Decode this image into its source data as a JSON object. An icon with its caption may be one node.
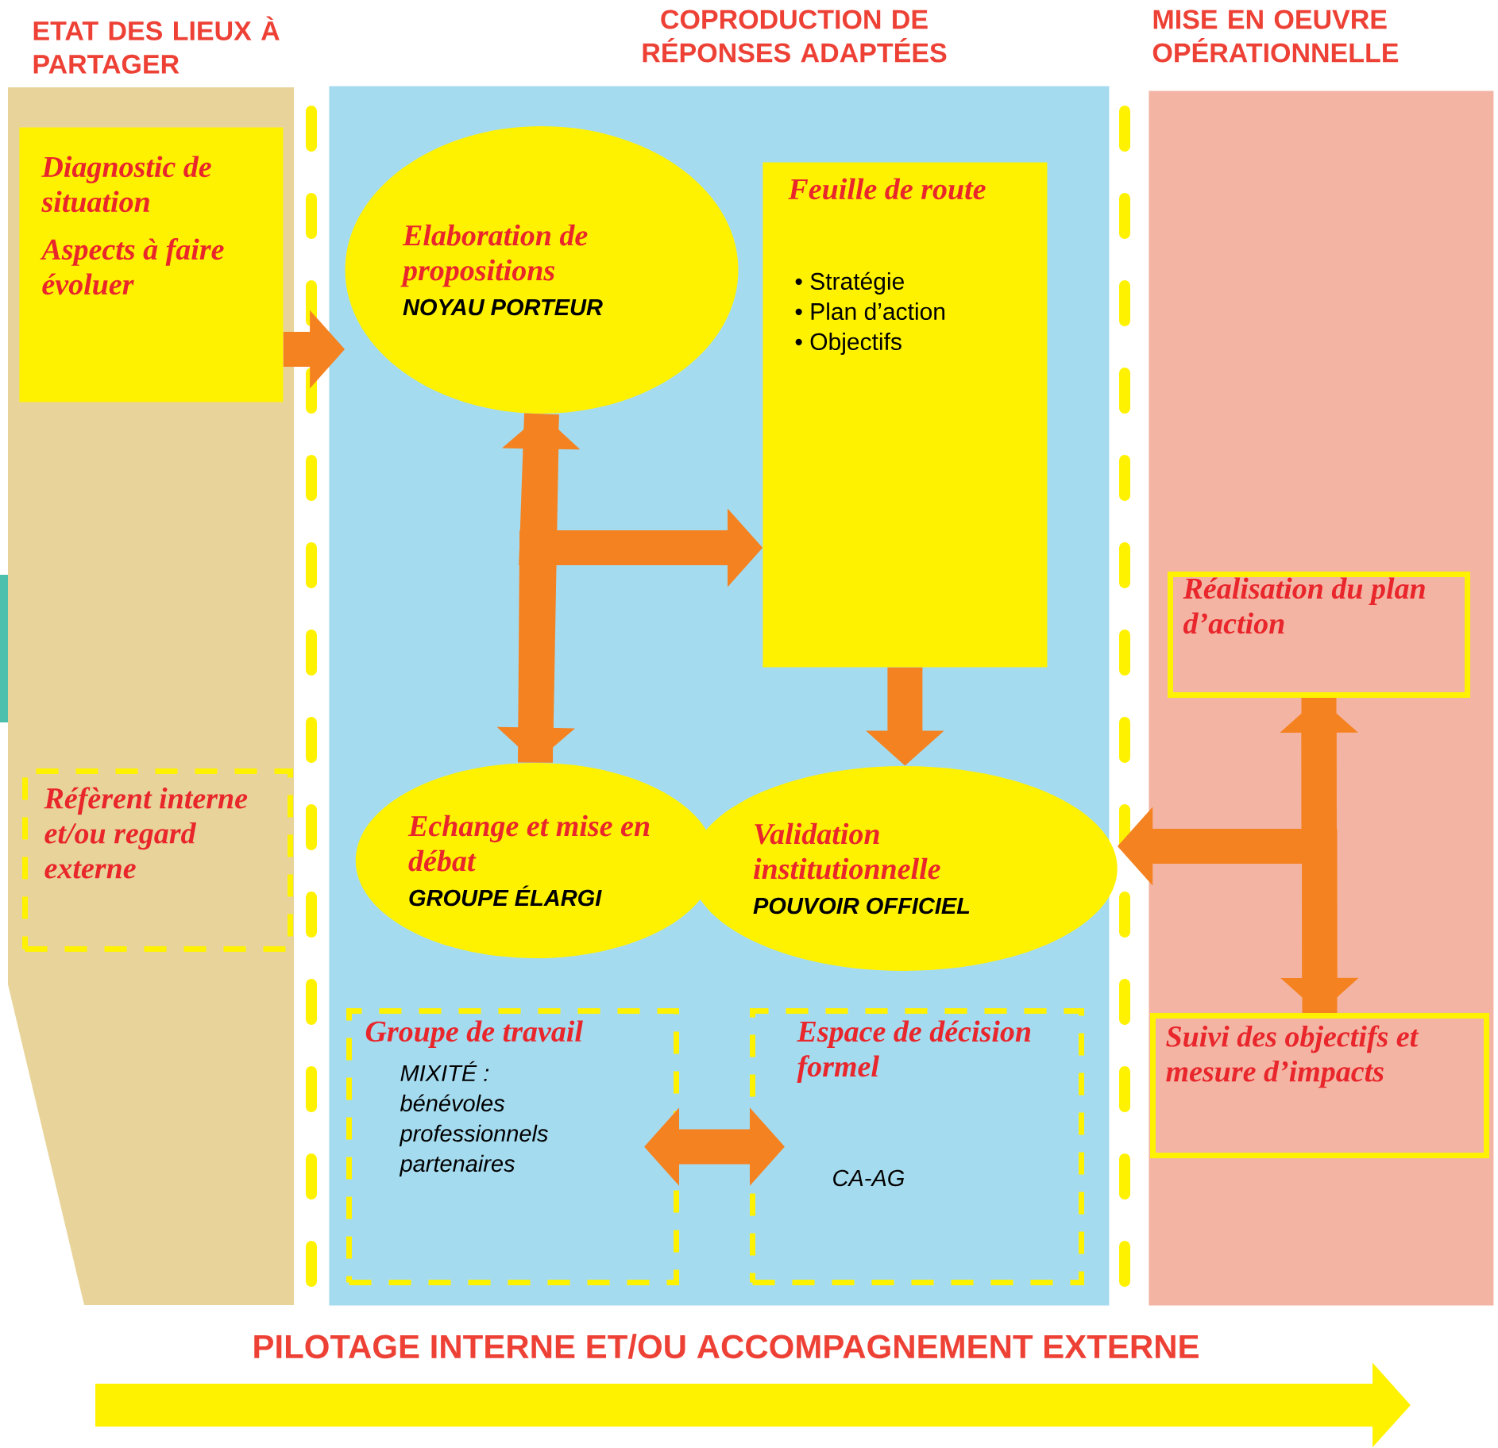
{
  "diagram": {
    "nodes": [
      {
        "text": [
          "ETAT DES LIEUX À PARTAGER"
        ]
      },
      {
        "text": [
          "Diagnostic de situation",
          "Aspects à faire évoluer"
        ],
        "in": 0
      },
      {
        "text": [
          "Réfèrent interne et/ou regard externe"
        ],
        "in": 0
      },
      {
        "text": [
          "COPRODUCTION DE RÉPONSES ADAPTÉES"
        ]
      },
      {
        "text": [
          "Elaboration de propositions",
          "NOYAU PORTEUR"
        ],
        "in": 3
      },
      {
        "text": [
          "Feuille de route",
          "• Stratégie",
          "• Plan d’action",
          "• Objectifs"
        ],
        "in": 3
      },
      {
        "text": [
          "Echange et mise en débat",
          "GROUPE ÉLARGI"
        ],
        "in": 3
      },
      {
        "text": [
          "Validation institutionnelle",
          "POUVOIR OFFICIEL"
        ],
        "in": 3
      },
      {
        "text": [
          "Groupe de travail",
          "MIXITÉ :",
          "bénévoles",
          "professionnels",
          "partenaires"
        ],
        "in": 3
      },
      {
        "text": [
          "Espace de décision formel",
          "CA-AG"
        ],
        "in": 3
      },
      {
        "text": [
          "MISE EN OEUVRE OPÉRATIONNELLE"
        ]
      },
      {
        "text": [
          "Réalisation du plan d’action"
        ],
        "in": 10
      },
      {
        "text": [
          "Suivi des objectifs et mesure d’impacts"
        ],
        "in": 10
      }
    ],
    "edges": [
      {
        "from": 1,
        "to": 4,
        "arrow": "to"
      },
      {
        "from": 4,
        "to": 6,
        "arrow": "both"
      },
      {
        "from": 4,
        "to": 5,
        "arrow": "to"
      },
      {
        "from": 6,
        "to": 5,
        "arrow": "to"
      },
      {
        "from": 5,
        "to": 7,
        "arrow": "to"
      },
      {
        "from": 11,
        "to": 12,
        "arrow": "both"
      },
      {
        "from": 11,
        "to": 7,
        "arrow": "to"
      },
      {
        "from": 12,
        "to": 7,
        "arrow": "to"
      },
      {
        "from": 8,
        "to": 9,
        "arrow": "both"
      }
    ],
    "labels": [
      "PILOTAGE INTERNE ET/OU ACCOMPAGNEMENT EXTERNE"
    ]
  }
}
